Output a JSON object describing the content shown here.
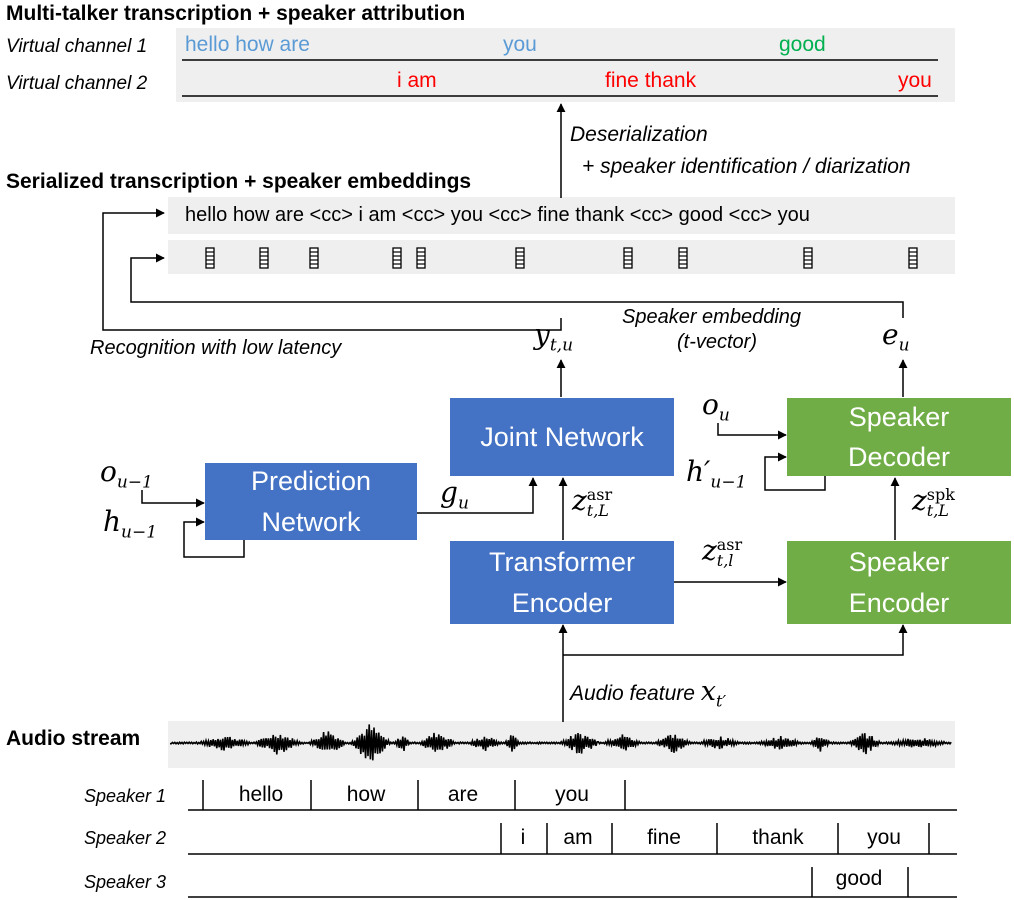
{
  "colors": {
    "block_blue": "#4472c4",
    "block_green": "#70ad47",
    "channel_speaker1": "#5b9bd5",
    "channel_speaker2": "#ff0000",
    "channel_speaker3": "#00b050",
    "panel_gray": "#efefef"
  },
  "top": {
    "title": "Multi-talker transcription + speaker attribution",
    "channel1_label": "Virtual channel 1",
    "channel2_label": "Virtual channel 2",
    "channel1_words": [
      "hello how are",
      "you",
      "good"
    ],
    "channel2_words": [
      "i am",
      "fine thank",
      "you"
    ]
  },
  "serialized": {
    "title": "Serialized transcription + speaker embeddings",
    "text": "hello how are <cc> i am <cc> you <cc> fine thank <cc> good <cc> you"
  },
  "annotations": {
    "deserialization_line1": "Deserialization",
    "deserialization_line2": "+ speaker identification / diarization",
    "recognition": "Recognition with low latency",
    "speaker_embedding_line1": "Speaker embedding",
    "speaker_embedding_line2": "(t-vector)",
    "audio_feature": "Audio feature"
  },
  "blocks": {
    "joint": "Joint Network",
    "prediction_line1": "Prediction",
    "prediction_line2": "Network",
    "transformer_line1": "Transformer",
    "transformer_line2": "Encoder",
    "speaker_decoder_line1": "Speaker",
    "speaker_decoder_line2": "Decoder",
    "speaker_encoder_line1": "Speaker",
    "speaker_encoder_line2": "Encoder"
  },
  "audio": {
    "title": "Audio stream"
  },
  "speakers": {
    "speaker1_label": "Speaker 1",
    "speaker2_label": "Speaker 2",
    "speaker3_label": "Speaker 3",
    "speaker1_words": [
      "hello",
      "how",
      "are",
      "you"
    ],
    "speaker2_words": [
      "i",
      "am",
      "fine",
      "thank",
      "you"
    ],
    "speaker3_words": [
      "good"
    ]
  }
}
